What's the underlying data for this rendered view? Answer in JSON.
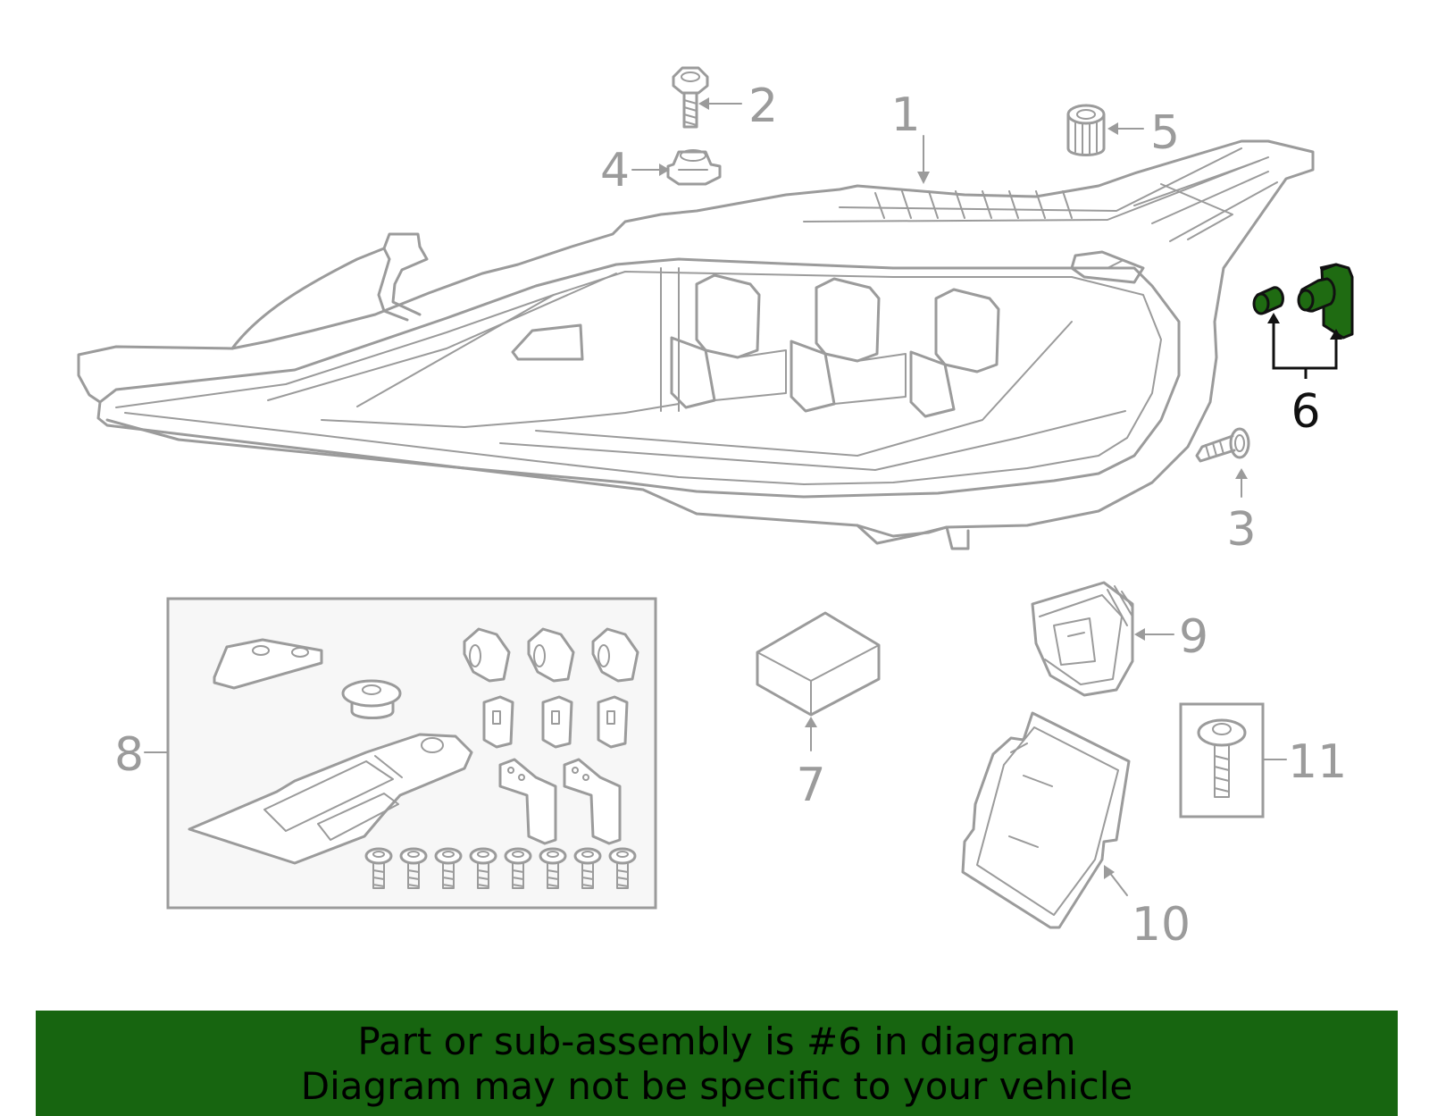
{
  "callouts": [
    {
      "id": "1",
      "label": "1",
      "highlighted": false
    },
    {
      "id": "2",
      "label": "2",
      "highlighted": false
    },
    {
      "id": "3",
      "label": "3",
      "highlighted": false
    },
    {
      "id": "4",
      "label": "4",
      "highlighted": false
    },
    {
      "id": "5",
      "label": "5",
      "highlighted": false
    },
    {
      "id": "6",
      "label": "6",
      "highlighted": true
    },
    {
      "id": "7",
      "label": "7",
      "highlighted": false
    },
    {
      "id": "8",
      "label": "8",
      "highlighted": false
    },
    {
      "id": "9",
      "label": "9",
      "highlighted": false
    },
    {
      "id": "10",
      "label": "10",
      "highlighted": false
    },
    {
      "id": "11",
      "label": "11",
      "highlighted": false
    }
  ],
  "banner": {
    "line1": "Part or sub-assembly is #6 in diagram",
    "line2": "Diagram may not be specific to your vehicle"
  },
  "colors": {
    "line": "#9b9b9b",
    "highlight": "#1f6b12",
    "banner_background": "#176510",
    "banner_text": "#000000"
  }
}
